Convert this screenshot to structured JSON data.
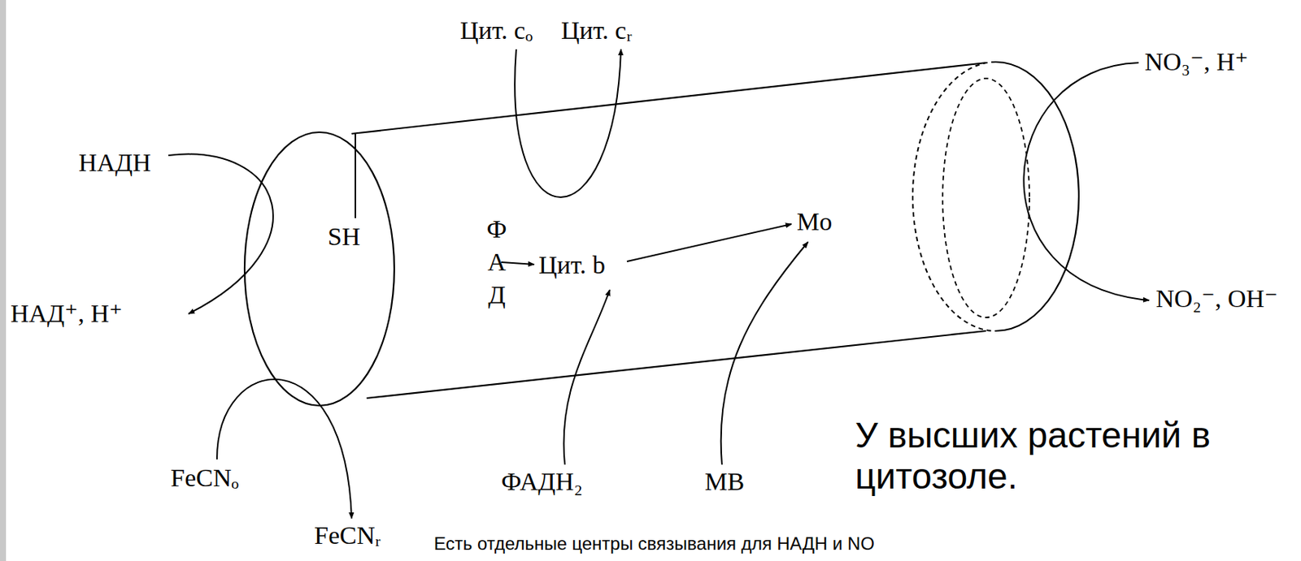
{
  "diagram": {
    "labels": [
      "Цит. cₒ",
      "Цит. cᵣ",
      "NO₃⁻, H⁺",
      "НАДН",
      "SH",
      "ФАД",
      "Цит. b",
      "Mo",
      "НАД⁺, H⁺",
      "NO₂⁻, OH⁻",
      "FeCNₒ",
      "ФАДН₂",
      "MB",
      "У высших растений в цитозоле.",
      "FeCNᵣ",
      "Есть отдельные центры связывания для НАДН и NO"
    ]
  }
}
